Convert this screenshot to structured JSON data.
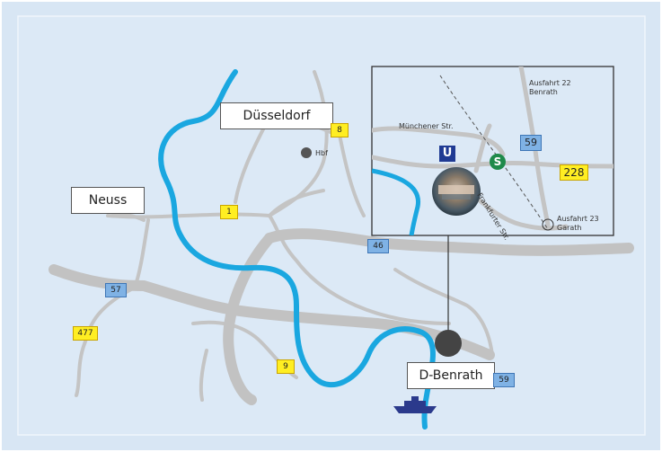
{
  "cities": {
    "duesseldorf": "Düsseldorf",
    "neuss": "Neuss",
    "benrath": "D-Benrath"
  },
  "station_label": "Hbf",
  "shields": {
    "b8": "8",
    "b1": "1",
    "a46": "46",
    "a57": "57",
    "b477": "477",
    "b9": "9",
    "a59": "59"
  },
  "inset": {
    "exit_22": [
      "Ausfahrt 22",
      "Benrath"
    ],
    "exit_23": [
      "Ausfahrt 23",
      "Garath"
    ],
    "street_muenchener": "Münchener Str.",
    "street_frankfurter": "Frankfurter Str.",
    "u_symbol": "U",
    "s_symbol": "S",
    "a59": "59",
    "b228": "228"
  },
  "colors": {
    "background": "#dce9f6",
    "road": "#c2c2c2",
    "river": "#1aa7e0",
    "yellow_shield": "#ffee22",
    "blue_shield": "#7fb2e5",
    "boat": "#2b3a8c",
    "s_bahn": "#1e8a4a",
    "u_bahn": "#1f3a93"
  }
}
